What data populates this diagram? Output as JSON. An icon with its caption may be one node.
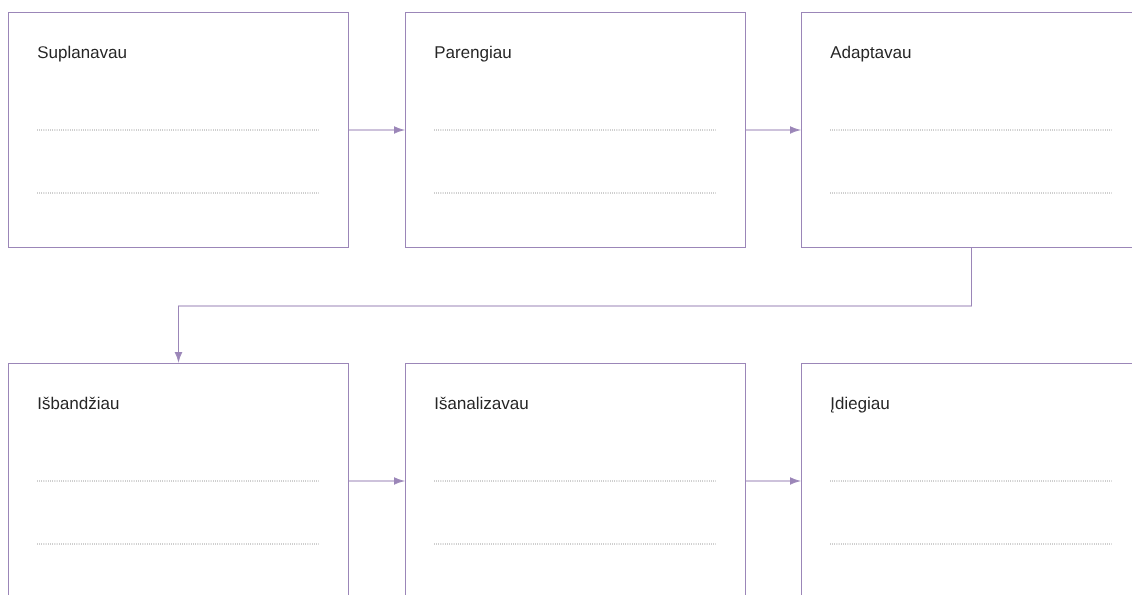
{
  "diagram": {
    "nodes": [
      {
        "text": [
          "Suplanavau"
        ]
      },
      {
        "text": [
          "Parengiau"
        ]
      },
      {
        "text": [
          "Adaptavau"
        ]
      },
      {
        "text": [
          "Išbandžiau"
        ]
      },
      {
        "text": [
          "Išanalizavau"
        ]
      },
      {
        "text": [
          "Įdiegiau"
        ]
      }
    ],
    "edges": [
      {
        "from": 0,
        "to": 1,
        "arrow": "to"
      },
      {
        "from": 1,
        "to": 2,
        "arrow": "to"
      },
      {
        "from": 2,
        "to": 3,
        "arrow": "to"
      },
      {
        "from": 3,
        "to": 4,
        "arrow": "to"
      },
      {
        "from": 4,
        "to": 5,
        "arrow": "to"
      }
    ]
  }
}
